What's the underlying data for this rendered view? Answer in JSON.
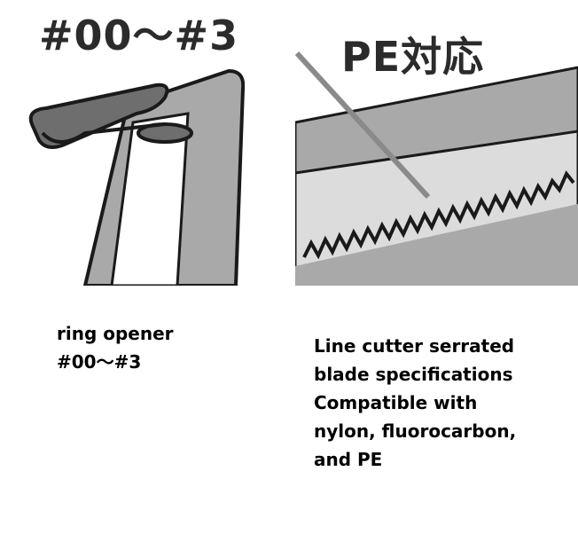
{
  "left_panel": {
    "headline": "#00～#3",
    "caption_lines": [
      "ring opener",
      "#00～#3"
    ]
  },
  "right_panel": {
    "headline": "PE対応",
    "caption_lines": [
      "Line cutter serrated",
      "blade specifications",
      "Compatible with",
      "nylon, fluorocarbon,",
      "and PE"
    ]
  },
  "colors": {
    "tool_gray": "#a9a9a9",
    "outline": "#1a1a1a",
    "ring_gray": "#6e6e6e",
    "blade_light": "#dcdcdc",
    "line_gray": "#8a8a8a"
  }
}
